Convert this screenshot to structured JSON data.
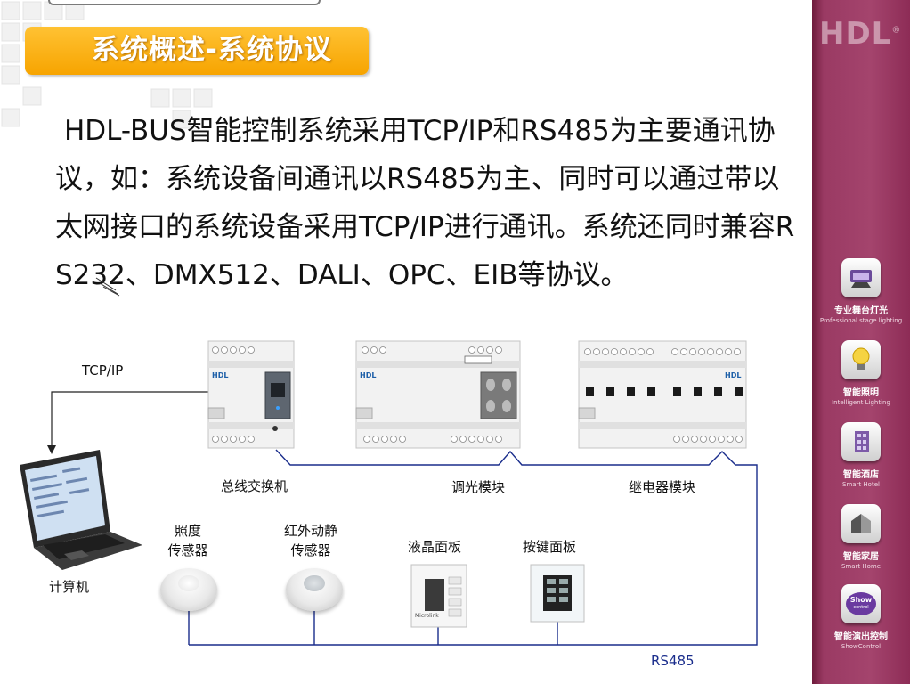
{
  "slide": {
    "title": "系统概述-系统协议",
    "body": "HDL-BUS智能控制系统采用TCP/IP和RS485为主要通讯协议，如：系统设备间通讯以RS485为主、同时可以通过带以太网接口的系统设备采用TCP/IP进行通讯。系统还同时兼容RS232、DMX512、DALI、OPC、EIB等协议。"
  },
  "sidebar": {
    "logo": "HDL",
    "logo_mark": "®",
    "items": [
      {
        "cn": "专业舞台灯光",
        "en": "Professional stage lighting",
        "icon": "stage-lighting-icon"
      },
      {
        "cn": "智能照明",
        "en": "Intelligent Lighting",
        "icon": "lightbulb-icon"
      },
      {
        "cn": "智能酒店",
        "en": "Smart Hotel",
        "icon": "hotel-building-icon"
      },
      {
        "cn": "智能家居",
        "en": "Smart Home",
        "icon": "home-icon"
      },
      {
        "cn": "智能演出控制",
        "en": "ShowControl",
        "icon": "show-control-icon"
      }
    ],
    "show_icon_text": "Show",
    "show_icon_subtext": "control"
  },
  "diagram": {
    "tcpip_label": "TCP/IP",
    "rs485_label": "RS485",
    "computer_label": "计算机",
    "module_switch_label": "总线交换机",
    "module_dimmer_label": "调光模块",
    "module_relay_label": "继电器模块",
    "sensor_light_label_1": "照度",
    "sensor_light_label_2": "传感器",
    "sensor_pir_label_1": "红外动静",
    "sensor_pir_label_2": "传感器",
    "panel_lcd_label": "液晶面板",
    "panel_key_label": "按键面板",
    "device_brand": "HDL",
    "panel_brand": "Microlink"
  },
  "colors": {
    "title_bar": "#f7a400",
    "bus_line": "#1a2d8c",
    "sidebar": "#9a3a63",
    "rs485_text": "#1a2d8c"
  }
}
